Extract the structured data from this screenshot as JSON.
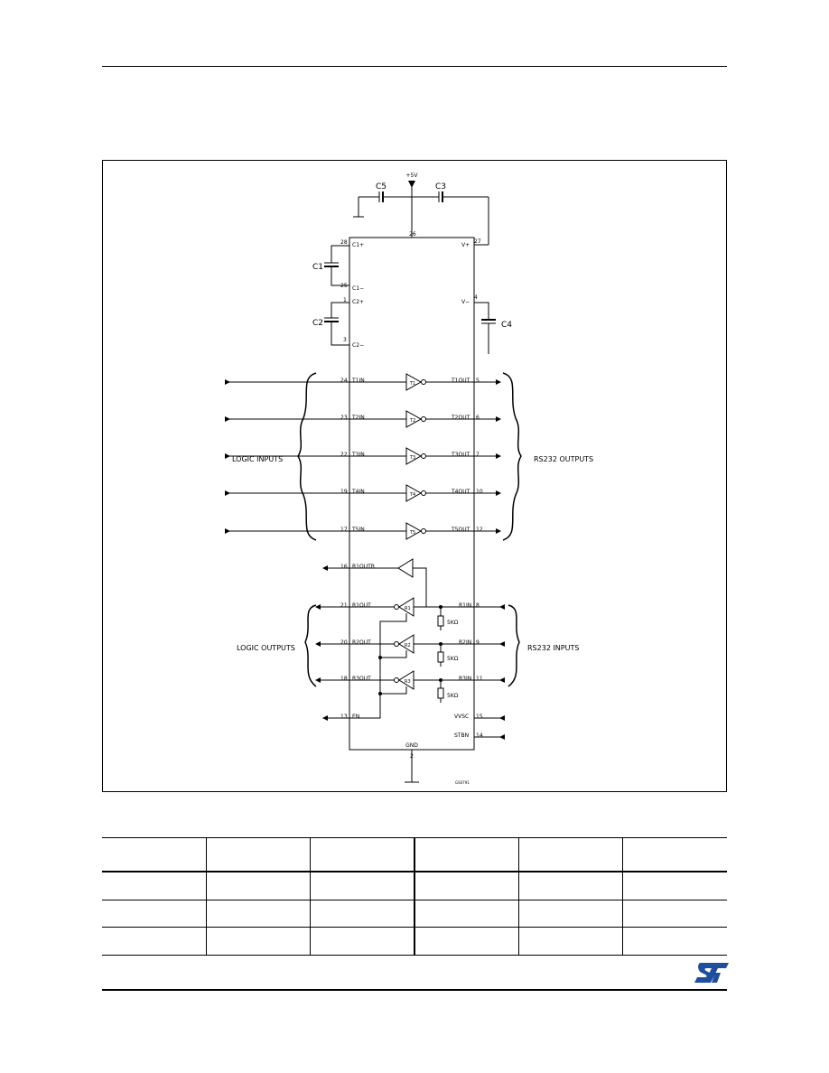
{
  "diagram": {
    "supply_label": "+5V",
    "cap_labels": {
      "c1": "C1",
      "c2": "C2",
      "c3": "C3",
      "c4": "C4",
      "c5": "C5"
    },
    "pins": {
      "c1p": "C1+",
      "c1p_num": "28",
      "c1m": "C1−",
      "c1m_num": "25",
      "c2p": "C2+",
      "c2p_num": "1",
      "c2m": "C2−",
      "c2m_num": "3",
      "vcc_num": "26",
      "vplus": "V+",
      "vplus_num": "27",
      "vminus": "V−",
      "vminus_num": "4",
      "gnd": "GND",
      "gnd_num": "2",
      "en": "EN",
      "en_num": "13",
      "vvsc": "VVSC",
      "vvsc_num": "15",
      "stbn": "STBN",
      "stbn_num": "14",
      "r1outb": "R1OUTB",
      "r1outb_num": "16"
    },
    "transmitters": [
      {
        "in_num": "24",
        "in": "T1IN",
        "gate": "T1",
        "out": "T1OUT",
        "out_num": "5"
      },
      {
        "in_num": "23",
        "in": "T2IN",
        "gate": "T2",
        "out": "T2OUT",
        "out_num": "6"
      },
      {
        "in_num": "22",
        "in": "T3IN",
        "gate": "T3",
        "out": "T3OUT",
        "out_num": "7"
      },
      {
        "in_num": "19",
        "in": "T4IN",
        "gate": "T4",
        "out": "T4OUT",
        "out_num": "10"
      },
      {
        "in_num": "17",
        "in": "T5IN",
        "gate": "T5",
        "out": "T5OUT",
        "out_num": "12"
      }
    ],
    "receivers": [
      {
        "out_num": "21",
        "out": "R1OUT",
        "gate": "R1",
        "in": "R1IN",
        "in_num": "8",
        "resistor": "5KΩ"
      },
      {
        "out_num": "20",
        "out": "R2OUT",
        "gate": "R2",
        "in": "R2IN",
        "in_num": "9",
        "resistor": "5KΩ"
      },
      {
        "out_num": "18",
        "out": "R3OUT",
        "gate": "R3",
        "in": "R3IN",
        "in_num": "11",
        "resistor": "5KΩ"
      }
    ],
    "group_labels": {
      "logic_inputs": "LOGIC INPUTS",
      "rs232_outputs": "RS232 OUTPUTS",
      "logic_outputs": "LOGIC OUTPUTS",
      "rs232_inputs": "RS232 INPUTS"
    },
    "figure_code": "GS0791"
  },
  "table": {
    "header": [
      "",
      "",
      "",
      "",
      "",
      ""
    ],
    "rows": [
      [
        "",
        "",
        "",
        "",
        "",
        ""
      ],
      [
        "",
        "",
        "",
        "",
        "",
        ""
      ],
      [
        "",
        "",
        "",
        "",
        "",
        ""
      ]
    ]
  },
  "brand": {
    "logo": "st-logo-icon",
    "color": "#1f4e9c"
  }
}
